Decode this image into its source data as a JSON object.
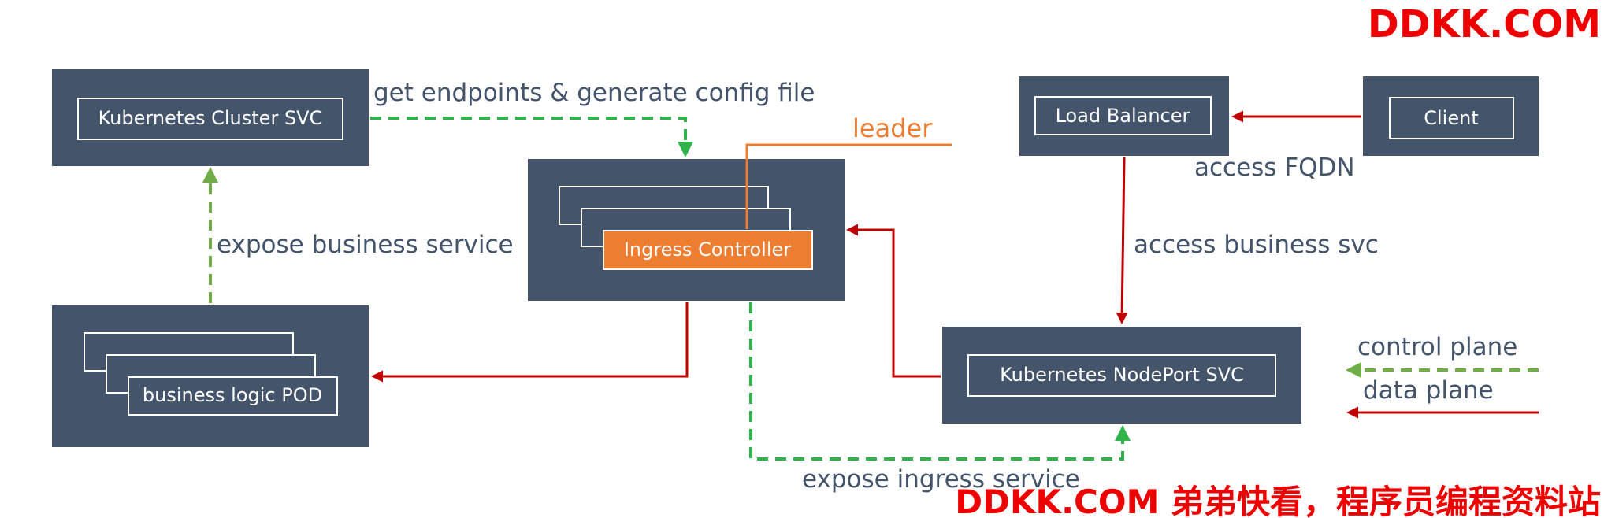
{
  "colors": {
    "box_fill": "#44546a",
    "inner_border": "#ffffff",
    "accent_orange": "#ed7d31",
    "control_green": "#2fb34a",
    "control_green_light": "#70ad47",
    "data_red": "#c00000",
    "label_text": "#44546a",
    "watermark_red": "#ee0000"
  },
  "nodes": {
    "cluster_svc": "Kubernetes Cluster SVC",
    "business_pod": "business logic POD",
    "ingress_controller": "Ingress Controller",
    "load_balancer": "Load Balancer",
    "client": "Client",
    "nodeport_svc": "Kubernetes NodePort  SVC"
  },
  "edges": {
    "get_endpoints": "get endpoints & generate config file",
    "expose_business": "expose business service",
    "leader": "leader",
    "access_fqdn": "access FQDN",
    "access_business_svc": "access business svc",
    "expose_ingress": "expose ingress service"
  },
  "legend": {
    "control_plane": "control plane",
    "data_plane": "data plane"
  },
  "watermark": {
    "top": "DDKK.COM",
    "bottom": "DDKK.COM 弟弟快看，程序员编程资料站"
  }
}
